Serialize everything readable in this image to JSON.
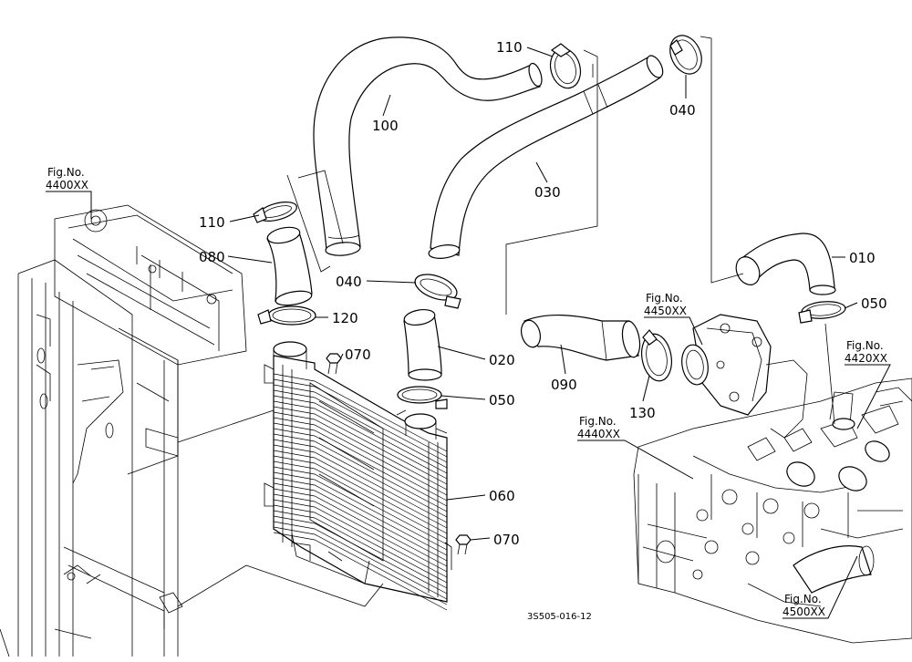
{
  "parts": {
    "p010": "010",
    "p020": "020",
    "p030": "030",
    "p040a": "040",
    "p040b": "040",
    "p050a": "050",
    "p050b": "050",
    "p060": "060",
    "p070a": "070",
    "p070b": "070",
    "p080": "080",
    "p090": "090",
    "p100": "100",
    "p110a": "110",
    "p110b": "110",
    "p120": "120",
    "p130": "130"
  },
  "figrefs": {
    "f4400": {
      "label": "Fig.No.",
      "code": "4400XX"
    },
    "f4450": {
      "label": "Fig.No.",
      "code": "4450XX"
    },
    "f4420": {
      "label": "Fig.No.",
      "code": "4420XX"
    },
    "f4440": {
      "label": "Fig.No.",
      "code": "4440XX"
    },
    "f4500": {
      "label": "Fig.No.",
      "code": "4500XX"
    }
  },
  "drawing_code": "3S505-016-12"
}
